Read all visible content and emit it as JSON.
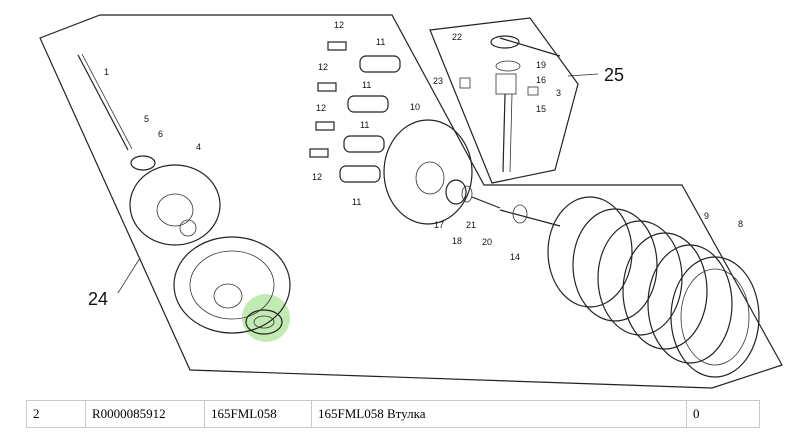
{
  "callouts": {
    "c1": "1",
    "c3": "3",
    "c4": "4",
    "c5": "5",
    "c6": "6",
    "c8": "8",
    "c9": "9",
    "c10": "10",
    "c11a": "11",
    "c11b": "11",
    "c11c": "11",
    "c11d": "11",
    "c12a": "12",
    "c12b": "12",
    "c12c": "12",
    "c12d": "12",
    "c14": "14",
    "c15": "15",
    "c16": "16",
    "c17": "17",
    "c18": "18",
    "c19": "19",
    "c20": "20",
    "c21": "21",
    "c22": "22",
    "c23": "23"
  },
  "group_labels": {
    "g24": "24",
    "g25": "25"
  },
  "highlight_color": "#b7e7a6",
  "table": {
    "row": {
      "num": "2",
      "code": "R0000085912",
      "model": "165FML058",
      "name": "165FML058 Втулка",
      "qty": "0"
    }
  }
}
